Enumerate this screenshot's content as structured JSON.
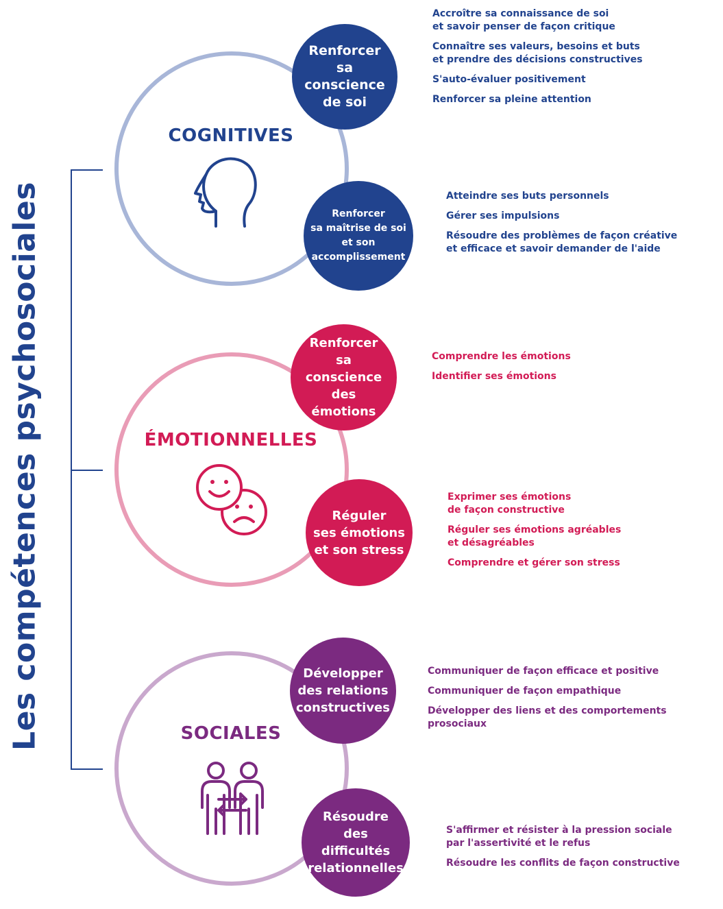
{
  "title": "Les compétences psychosociales",
  "colors": {
    "blue_dark": "#21438e",
    "blue_light": "#a8b6d8",
    "red_dark": "#d21b55",
    "red_light": "#e99cb6",
    "purple_dark": "#7b2a80",
    "purple_light": "#c9a8cd"
  },
  "groups": [
    {
      "name": "COGNITIVES",
      "icon": "head-profile-icon",
      "bubbles": [
        {
          "label": "Renforcer\nsa conscience\nde soi",
          "items": [
            "Accroître sa connaissance de soi\net savoir penser de façon critique",
            "Connaître ses valeurs, besoins et buts\net prendre des décisions constructives",
            "S'auto-évaluer positivement",
            "Renforcer sa pleine attention"
          ]
        },
        {
          "label": "Renforcer\nsa maîtrise de soi\net son\naccomplissement",
          "items": [
            "Atteindre ses buts personnels",
            "Gérer ses impulsions",
            "Résoudre des problèmes de façon créative\net efficace et savoir demander de l'aide"
          ]
        }
      ]
    },
    {
      "name": "ÉMOTIONNELLES",
      "icon": "happy-sad-faces-icon",
      "bubbles": [
        {
          "label": "Renforcer\nsa conscience\ndes émotions",
          "items": [
            "Comprendre les émotions",
            "Identifier ses émotions"
          ]
        },
        {
          "label": "Réguler\nses émotions\net son stress",
          "items": [
            "Exprimer ses émotions\nde façon constructive",
            "Réguler ses émotions agréables\net désagréables",
            "Comprendre et gérer son stress"
          ]
        }
      ]
    },
    {
      "name": "SOCIALES",
      "icon": "two-people-exchange-icon",
      "bubbles": [
        {
          "label": "Développer\ndes relations\nconstructives",
          "items": [
            "Communiquer de façon efficace et positive",
            "Communiquer de façon empathique",
            "Développer des liens et des comportements prosociaux"
          ]
        },
        {
          "label": "Résoudre\ndes difficultés\nrelationnelles",
          "items": [
            "S'affirmer et résister à la pression sociale\npar l'assertivité et le refus",
            "Résoudre les conflits de façon constructive"
          ]
        }
      ]
    }
  ]
}
